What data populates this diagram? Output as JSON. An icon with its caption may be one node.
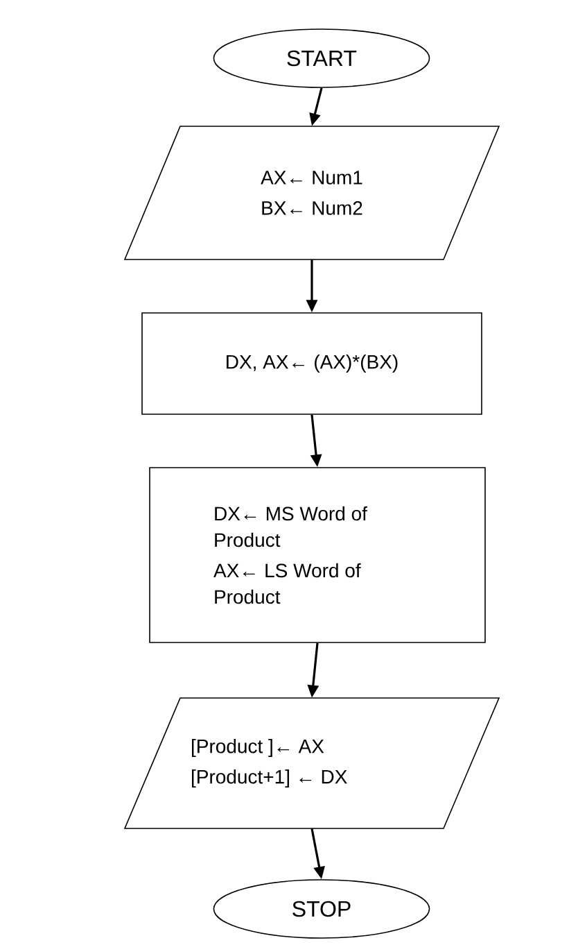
{
  "diagram": {
    "nodes": [
      {
        "text": [
          "START"
        ]
      },
      {
        "text": [
          "AX← Num1",
          "BX← Num2"
        ]
      },
      {
        "text": [
          "DX, AX← (AX)*(BX)"
        ]
      },
      {
        "text": [
          "DX← MS Word of Product",
          "AX← LS Word of Product"
        ]
      },
      {
        "text": [
          "[Product ]← AX",
          "[Product+1] ← DX"
        ]
      },
      {
        "text": [
          "STOP"
        ]
      }
    ],
    "edges": [
      {
        "from": 0,
        "to": 1,
        "arrow": "to"
      },
      {
        "from": 1,
        "to": 2,
        "arrow": "to"
      },
      {
        "from": 2,
        "to": 3,
        "arrow": "to"
      },
      {
        "from": 3,
        "to": 4,
        "arrow": "to"
      },
      {
        "from": 4,
        "to": 5,
        "arrow": "to"
      }
    ]
  }
}
